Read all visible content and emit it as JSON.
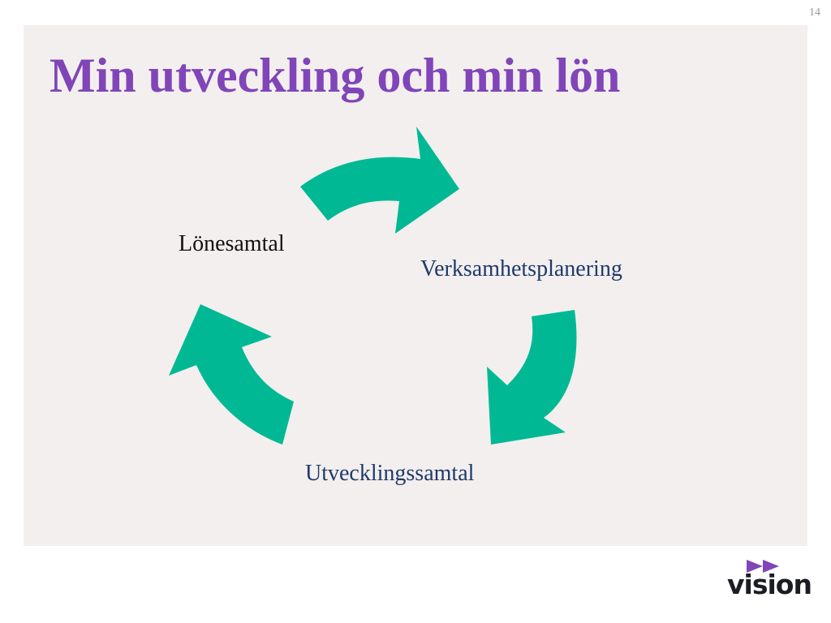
{
  "page": {
    "number": "14"
  },
  "slide": {
    "title": "Min utveckling och min lön"
  },
  "cycle": {
    "steps": [
      {
        "label": "Lönesamtal"
      },
      {
        "label": "Verksamhetsplanering"
      },
      {
        "label": "Utvecklingssamtal"
      }
    ],
    "arrow_color": "#00b994"
  },
  "colors": {
    "title": "#8045b8",
    "panel_background": "#f3efee",
    "label_dark": "#111111",
    "label_blue": "#1f3a6b",
    "logo_arrows": "#8045b8"
  },
  "logo": {
    "text": "vision"
  }
}
